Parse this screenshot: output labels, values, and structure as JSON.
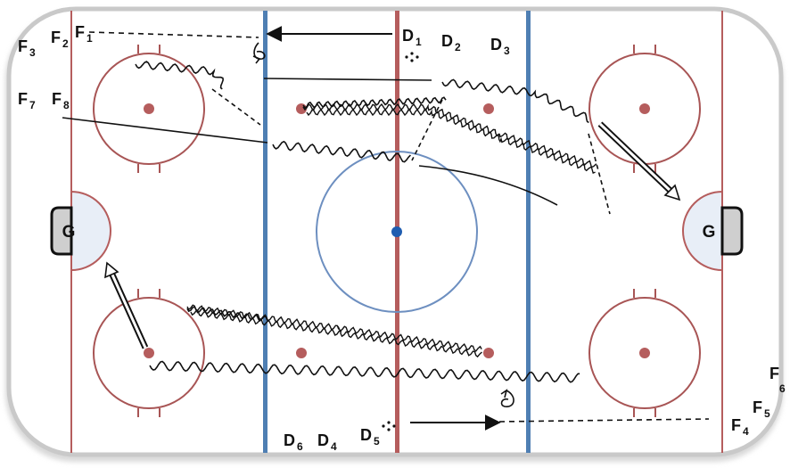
{
  "colors": {
    "boards": "#c9c9c9",
    "red_line": "#b55d5d",
    "blue_line": "#4f7fb3",
    "faceoff": "#a85555",
    "center_circle": "#6d8fc0",
    "crease": "#e8eef7",
    "ink": "#111111"
  },
  "goalies": [
    "G",
    "G"
  ],
  "players": {
    "f1": {
      "letter": "F",
      "num": "1"
    },
    "f2": {
      "letter": "F",
      "num": "2"
    },
    "f3": {
      "letter": "F",
      "num": "3"
    },
    "f4": {
      "letter": "F",
      "num": "4"
    },
    "f5": {
      "letter": "F",
      "num": "5"
    },
    "f6": {
      "letter": "F",
      "num": "6"
    },
    "f7": {
      "letter": "F",
      "num": "7"
    },
    "f8": {
      "letter": "F",
      "num": "8"
    },
    "d1": {
      "letter": "D",
      "num": "1"
    },
    "d2": {
      "letter": "D",
      "num": "2"
    },
    "d3": {
      "letter": "D",
      "num": "3"
    },
    "d4": {
      "letter": "D",
      "num": "4"
    },
    "d5": {
      "letter": "D",
      "num": "5"
    },
    "d6": {
      "letter": "D",
      "num": "6"
    }
  }
}
